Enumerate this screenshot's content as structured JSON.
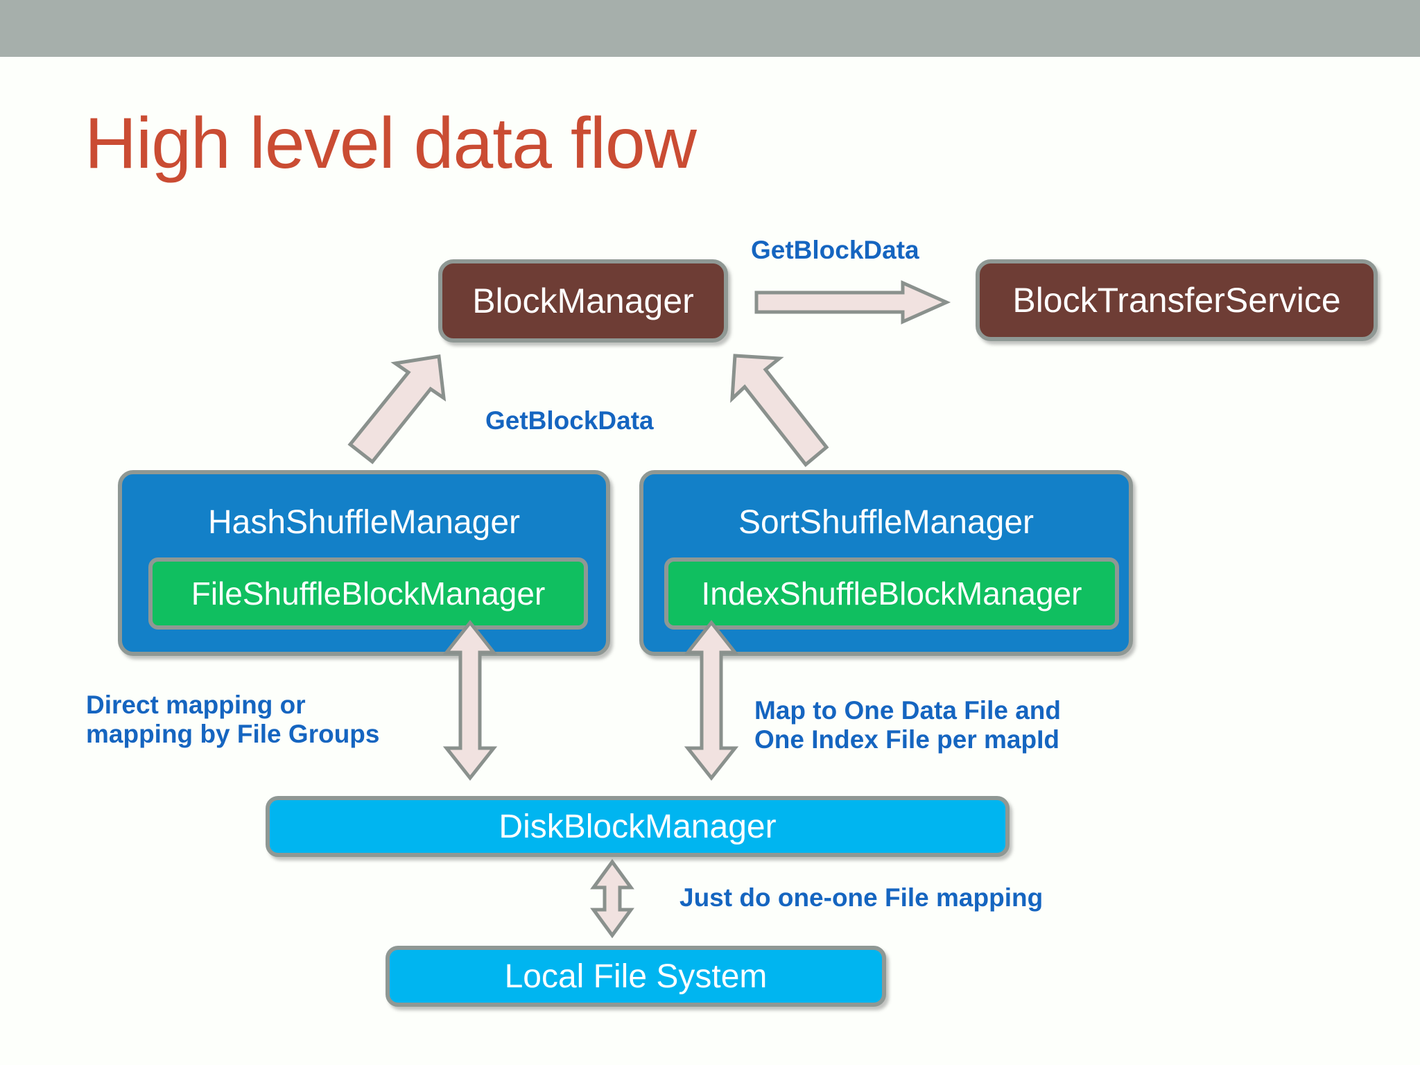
{
  "slide": {
    "title": "High level data flow",
    "title_color": "#ca4c33",
    "topbar_color": "#a6afab",
    "background_color": "#fdfffb"
  },
  "palette": {
    "brown": "#6e3d35",
    "blue": "#1380c8",
    "cyan": "#00b5f0",
    "green": "#10bf60",
    "border_gray": "#8f9894",
    "annotation_blue": "#1565c0",
    "arrow_fill": "#f1e2e0"
  },
  "nodes": {
    "block_manager": "BlockManager",
    "block_transfer_service": "BlockTransferService",
    "hash_shuffle_manager": "HashShuffleManager",
    "file_shuffle_block_manager": "FileShuffleBlockManager",
    "sort_shuffle_manager": "SortShuffleManager",
    "index_shuffle_block_manager": "IndexShuffleBlockManager",
    "disk_block_manager": "DiskBlockManager",
    "local_file_system": "Local File System"
  },
  "annotations": {
    "get_block_data_top": "GetBlockData",
    "get_block_data_middle": "GetBlockData",
    "direct_mapping_line1": "Direct mapping or",
    "direct_mapping_line2": "mapping by File Groups",
    "map_one_data_line1": "Map to One Data File and",
    "map_one_data_line2": "One Index File per mapId",
    "one_one_mapping": "Just do one-one File mapping"
  }
}
